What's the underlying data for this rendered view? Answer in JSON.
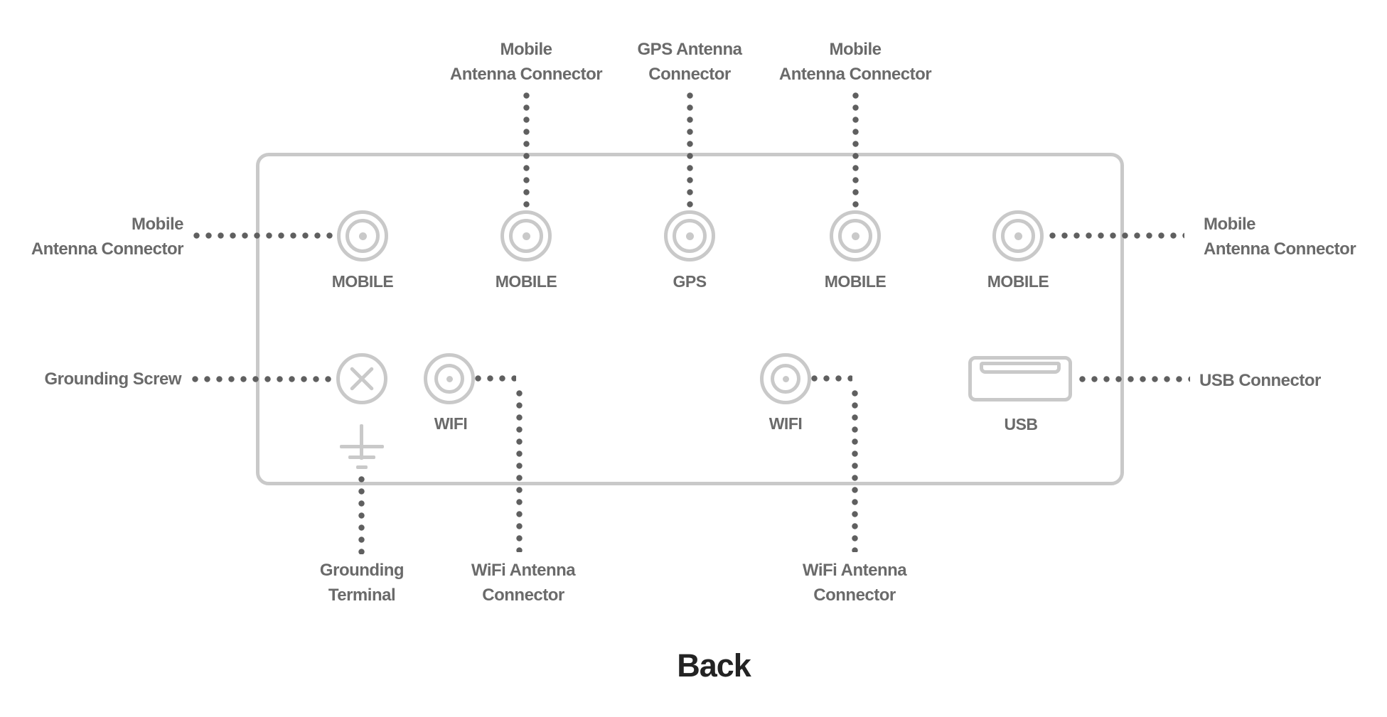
{
  "title": "Back",
  "colors": {
    "device_outline": "#c9c9c9",
    "label_text": "#6a6a6a",
    "leader_dots": "#5f5f5f",
    "title_text": "#232323"
  },
  "ports": {
    "top": [
      {
        "label": "MOBILE"
      },
      {
        "label": "MOBILE"
      },
      {
        "label": "GPS"
      },
      {
        "label": "MOBILE"
      },
      {
        "label": "MOBILE"
      }
    ],
    "wifi1": "WIFI",
    "wifi2": "WIFI",
    "usb": "USB"
  },
  "callouts": {
    "left_mobile": {
      "line1": "Mobile",
      "line2": "Antenna Connector"
    },
    "top_mobile_left": {
      "line1": "Mobile",
      "line2": "Antenna Connector"
    },
    "gps": {
      "line1": "GPS Antenna",
      "line2": "Connector"
    },
    "top_mobile_right": {
      "line1": "Mobile",
      "line2": "Antenna Connector"
    },
    "right_mobile": {
      "line1": "Mobile",
      "line2": "Antenna Connector"
    },
    "grounding_screw": {
      "line1": "Grounding Screw"
    },
    "usb_connector": {
      "line1": "USB Connector"
    },
    "grounding_terminal": {
      "line1": "Grounding",
      "line2": "Terminal"
    },
    "wifi_left": {
      "line1": "WiFi Antenna",
      "line2": "Connector"
    },
    "wifi_right": {
      "line1": "WiFi Antenna",
      "line2": "Connector"
    }
  }
}
